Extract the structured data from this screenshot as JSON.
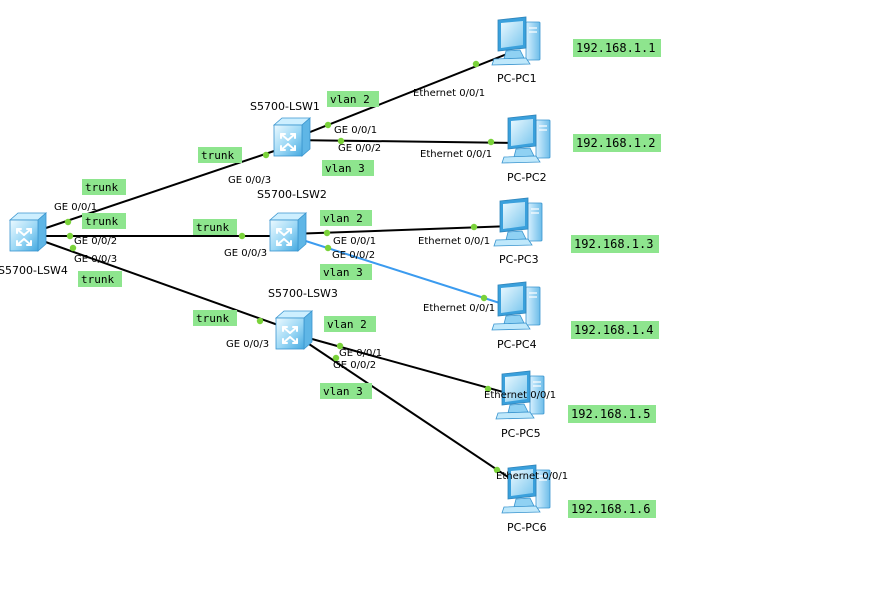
{
  "colors": {
    "tag_bg": "#8ee58e",
    "link": "#000000",
    "link_selected": "#3b9bef",
    "endpoint": "#7ad23a",
    "device_light": "#dff4ff",
    "device_mid": "#8fd1f3",
    "device_dark": "#3aa0dc"
  },
  "devices": {
    "lsw1": {
      "label": "S5700-LSW1",
      "icon": "switch-icon"
    },
    "lsw2": {
      "label": "S5700-LSW2",
      "icon": "switch-icon"
    },
    "lsw3": {
      "label": "S5700-LSW3",
      "icon": "switch-icon"
    },
    "lsw4": {
      "label": "S5700-LSW4",
      "icon": "switch-icon"
    },
    "pc1": {
      "label": "PC-PC1",
      "icon": "pc-icon"
    },
    "pc2": {
      "label": "PC-PC2",
      "icon": "pc-icon"
    },
    "pc3": {
      "label": "PC-PC3",
      "icon": "pc-icon"
    },
    "pc4": {
      "label": "PC-PC4",
      "icon": "pc-icon"
    },
    "pc5": {
      "label": "PC-PC5",
      "icon": "pc-icon"
    },
    "pc6": {
      "label": "PC-PC6",
      "icon": "pc-icon"
    }
  },
  "ports": {
    "lsw4_ge1": "GE 0/0/1",
    "lsw4_ge2": "GE 0/0/2",
    "lsw4_ge3": "GE 0/0/3",
    "lsw1_ge1": "GE 0/0/1",
    "lsw1_ge2": "GE 0/0/2",
    "lsw1_ge3": "GE 0/0/3",
    "lsw2_ge1": "GE 0/0/1",
    "lsw2_ge2": "GE 0/0/2",
    "lsw2_ge3": "GE 0/0/3",
    "lsw3_ge1": "GE 0/0/1",
    "lsw3_ge2": "GE 0/0/2",
    "lsw3_ge3": "GE 0/0/3",
    "pc1_eth": "Ethernet 0/0/1",
    "pc2_eth": "Ethernet 0/0/1",
    "pc3_eth": "Ethernet 0/0/1",
    "pc4_eth": "Ethernet 0/0/1",
    "pc5_eth": "Ethernet 0/0/1",
    "pc6_eth": "Ethernet 0/0/1"
  },
  "tags": {
    "trunk_lsw4_lsw1": "trunk",
    "trunk_lsw4_lsw2": "trunk",
    "trunk_lsw4_lsw3": "trunk",
    "trunk_lsw1": "trunk",
    "trunk_lsw2": "trunk",
    "trunk_lsw3": "trunk",
    "vlan_lsw1_ge1": "vlan 2",
    "vlan_lsw1_ge2": "vlan 3",
    "vlan_lsw2_ge1": "vlan 2",
    "vlan_lsw2_ge2": "vlan 3",
    "vlan_lsw3_ge1": "vlan 2",
    "vlan_lsw3_ge2": "vlan 3"
  },
  "ip_labels": {
    "pc1": "192.168.1.1",
    "pc2": "192.168.1.2",
    "pc3": "192.168.1.3",
    "pc4": "192.168.1.4",
    "pc5": "192.168.1.5",
    "pc6": "192.168.1.6"
  }
}
